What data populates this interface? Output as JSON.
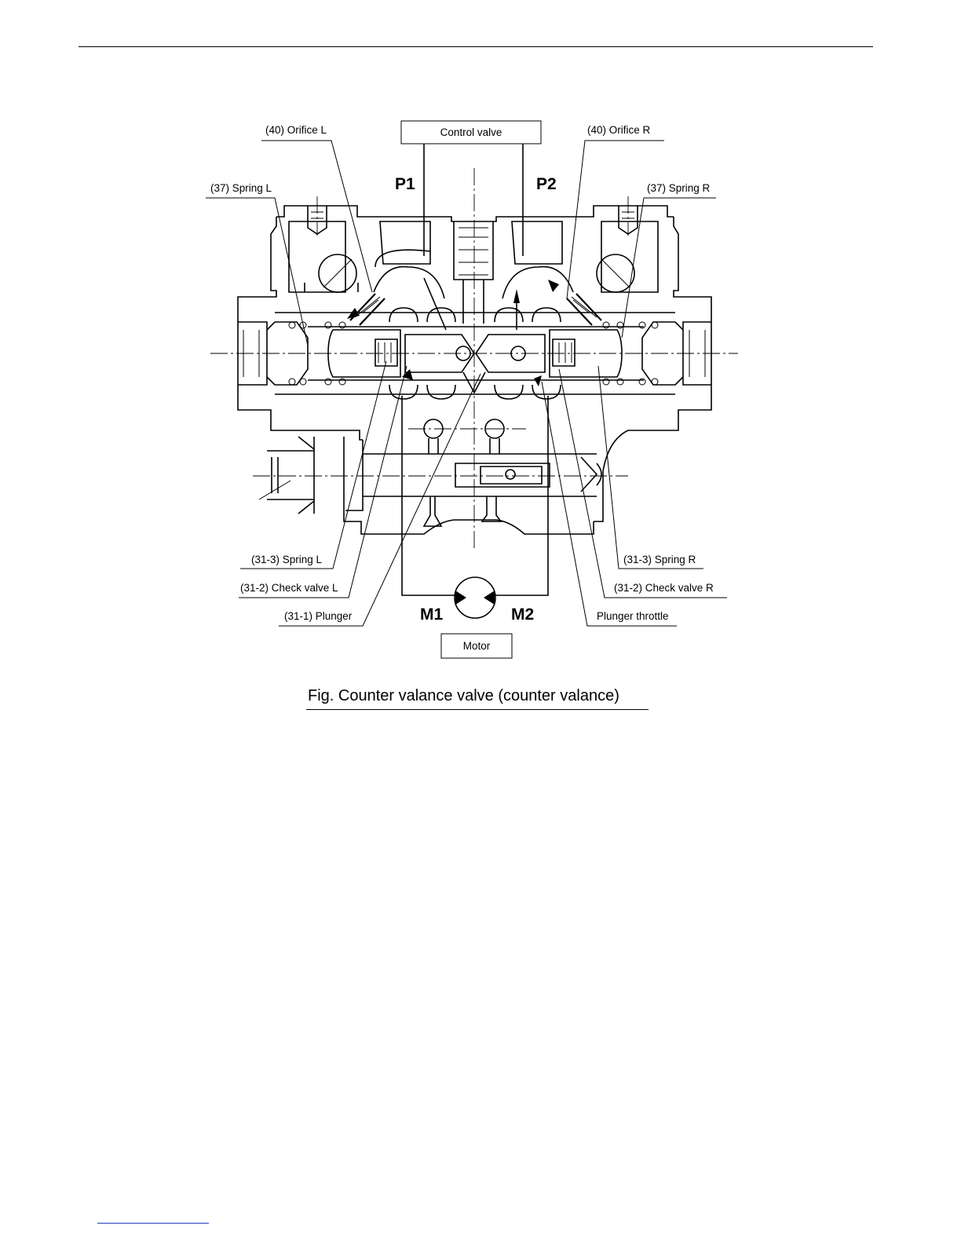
{
  "labels": {
    "orifice_l": "(40) Orifice L",
    "orifice_r": "(40) Orifice R",
    "control_valve": "Control valve",
    "spring_37_l": "(37) Spring L",
    "spring_37_r": "(37) Spring R",
    "p1": "P1",
    "p2": "P2",
    "spring_313_l": "(31-3) Spring L",
    "spring_313_r": "(31-3) Spring R",
    "check_valve_l": "(31-2) Check valve L",
    "check_valve_r": "(31-2) Check valve R",
    "plunger": "(31-1) Plunger",
    "plunger_throttle": "Plunger throttle",
    "m1": "M1",
    "m2": "M2",
    "motor": "Motor"
  },
  "caption": "Fig. Counter valance valve (counter valance)",
  "colors": {
    "line": "#000000",
    "footer_rule": "#1f3fbf"
  }
}
